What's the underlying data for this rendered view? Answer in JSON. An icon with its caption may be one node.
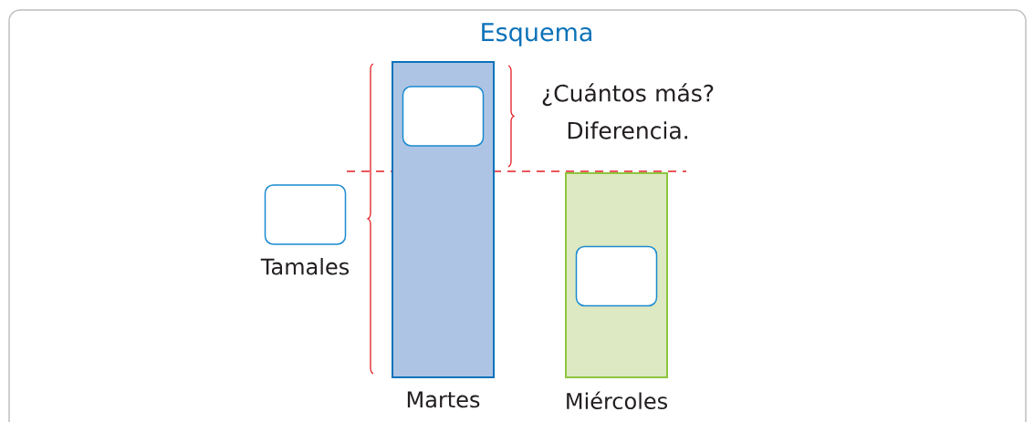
{
  "diagram": {
    "title": "Esquema",
    "nodes": [
      {
        "text": [
          "Martes"
        ]
      },
      {
        "text": [],
        "shape": "box",
        "in": 0
      },
      {
        "text": [
          "Miércoles"
        ]
      },
      {
        "text": [],
        "shape": "box",
        "in": 2
      },
      {
        "text": [
          "Tamales"
        ]
      }
    ],
    "labels": [
      "¿Cuántos más? Diferencia."
    ]
  }
}
